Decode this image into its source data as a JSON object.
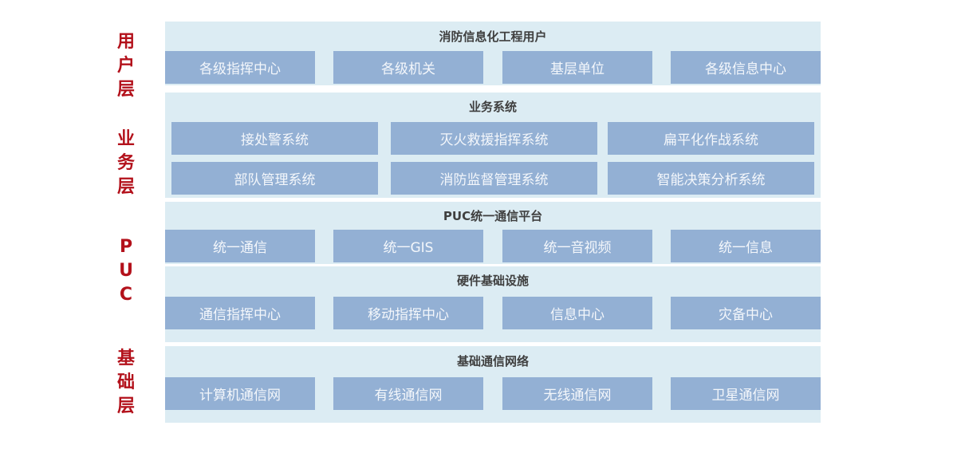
{
  "side_labels": [
    "用\n户\n层",
    "业\n务\n层",
    "P\nU\nC",
    "基\n础\n层"
  ],
  "sections": [
    {
      "title": "消防信息化工程用户",
      "rows": [
        [
          "各级指挥中心",
          "各级机关",
          "基层单位",
          "各级信息中心"
        ]
      ]
    },
    {
      "title": "业务系统",
      "rows": [
        [
          "接处警系统",
          "灭火救援指挥系统",
          "扁平化作战系统"
        ],
        [
          "部队管理系统",
          "消防监督管理系统",
          "智能决策分析系统"
        ]
      ]
    },
    {
      "title": "PUC统一通信平台",
      "rows": [
        [
          "统一通信",
          "统一GIS",
          "统一音视频",
          "统一信息"
        ]
      ]
    },
    {
      "title": "硬件基础设施",
      "rows": [
        [
          "通信指挥中心",
          "移动指挥中心",
          "信息中心",
          "灾备中心"
        ]
      ]
    },
    {
      "title": "基础通信网络",
      "rows": [
        [
          "计算机通信网",
          "有线通信网",
          "无线通信网",
          "卫星通信网"
        ]
      ]
    }
  ],
  "colors": {
    "label_red": "#b3111b",
    "panel_bg": "#dcecf3",
    "box_bg": "#93b0d4"
  }
}
